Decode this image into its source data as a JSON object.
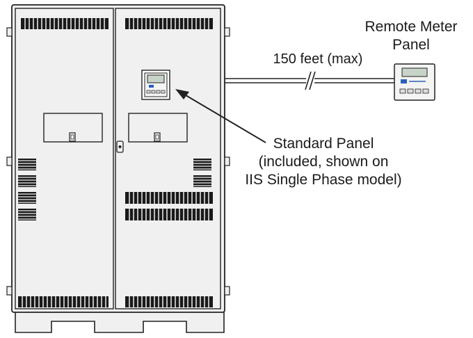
{
  "labels": {
    "remote_meter_line1": "Remote Meter",
    "remote_meter_line2": "Panel",
    "cable_length": "150 feet (max)",
    "standard_panel_line1": "Standard Panel",
    "standard_panel_line2": "(included, shown on",
    "standard_panel_line3": "IIS Single Phase model)"
  },
  "colors": {
    "cabinet_fill": "#f0f0f0",
    "outline": "#222222",
    "vent": "#1a1a1a",
    "meter_screen": "#c8d4c8",
    "logo_blue": "#2b5fb8"
  },
  "icons": {
    "door_handle": "door-handle-icon",
    "latch": "latch-icon",
    "cable_break": "break-symbol-icon"
  }
}
